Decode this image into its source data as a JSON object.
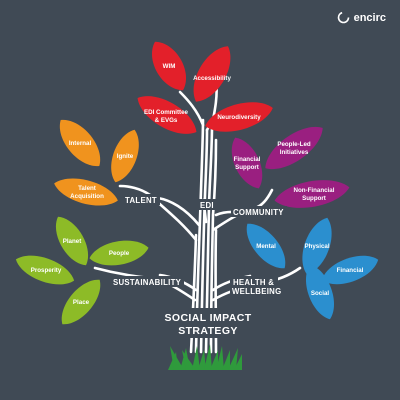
{
  "brand": {
    "name": "encirc",
    "icon": "encirc-logo-icon"
  },
  "colors": {
    "background": "#404a55",
    "edi": "#e3202a",
    "talent": "#f0931e",
    "community": "#9a1f80",
    "sustainability": "#8dbb27",
    "health": "#2b8fcf",
    "tree": "#ffffff",
    "grass": "#2f9a3c"
  },
  "title": {
    "line1": "SOCIAL IMPACT",
    "line2": "STRATEGY"
  },
  "branches": {
    "edi": "EDI",
    "talent": "TALENT",
    "community": "COMMUNITY",
    "sustainability": "SUSTAINABILITY",
    "health_line1": "HEALTH &",
    "health_line2": "WELLBEING"
  },
  "leaves": {
    "edi": {
      "wim": "WIM",
      "accessibility": "Accessibility",
      "committee_line1": "EDI Committee",
      "committee_line2": "& EVGs",
      "neurodiversity": "Neurodiversity"
    },
    "talent": {
      "internal": "Internal",
      "ignite": "Ignite",
      "acquisition_line1": "Talent",
      "acquisition_line2": "Acquisition"
    },
    "community": {
      "financial_line1": "Financial",
      "financial_line2": "Support",
      "people_line1": "People-Led",
      "people_line2": "Initiatives",
      "nonfinancial_line1": "Non-Financial",
      "nonfinancial_line2": "Support"
    },
    "sustainability": {
      "planet": "Planet",
      "people": "People",
      "prosperity": "Prosperity",
      "place": "Place"
    },
    "health": {
      "mental": "Mental",
      "physical": "Physical",
      "financial": "Financial",
      "social": "Social"
    }
  }
}
